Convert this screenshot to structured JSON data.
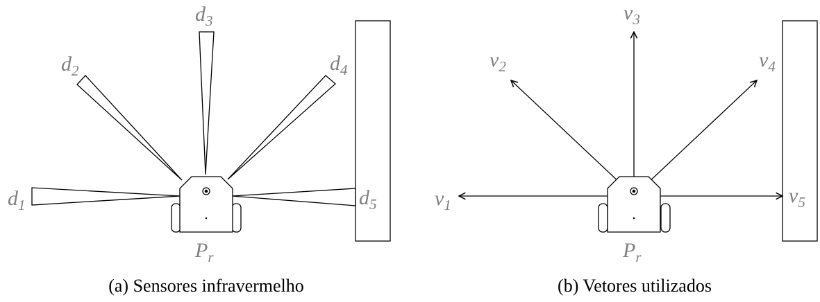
{
  "panel_a": {
    "caption": "(a) Sensores infravermelho",
    "sensors": [
      {
        "base": "d",
        "sub": "1"
      },
      {
        "base": "d",
        "sub": "2"
      },
      {
        "base": "d",
        "sub": "3"
      },
      {
        "base": "d",
        "sub": "4"
      },
      {
        "base": "d",
        "sub": "5"
      }
    ],
    "robot_label": {
      "base": "P",
      "sub": "r"
    }
  },
  "panel_b": {
    "caption": "(b) Vetores utilizados",
    "vectors": [
      {
        "base": "v",
        "sub": "1"
      },
      {
        "base": "v",
        "sub": "2"
      },
      {
        "base": "v",
        "sub": "3"
      },
      {
        "base": "v",
        "sub": "4"
      },
      {
        "base": "v",
        "sub": "5"
      }
    ],
    "robot_label": {
      "base": "P",
      "sub": "r"
    }
  },
  "colors": {
    "label": "#808080",
    "stroke": "#000000"
  }
}
